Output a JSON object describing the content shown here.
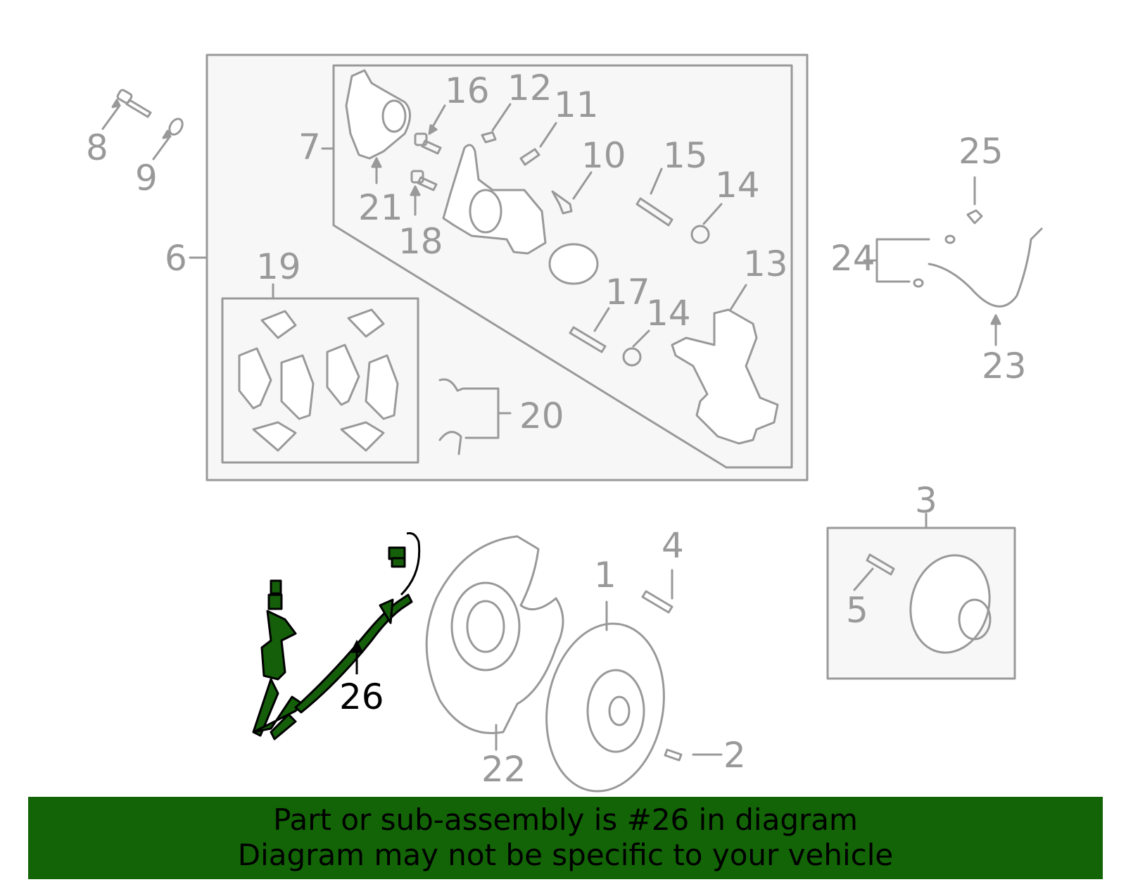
{
  "diagram": {
    "title": "Rear brake assembly parts diagram",
    "highlighted_part": "26",
    "colors": {
      "line": "#999999",
      "panel_fill": "#f7f7f7",
      "highlight_fill": "#155e0a",
      "highlight_stroke": "#000000",
      "banner_bg": "#126406",
      "banner_text": "#000000"
    },
    "callouts": [
      {
        "id": "1",
        "label": "1"
      },
      {
        "id": "2",
        "label": "2"
      },
      {
        "id": "3",
        "label": "3"
      },
      {
        "id": "4",
        "label": "4"
      },
      {
        "id": "5",
        "label": "5"
      },
      {
        "id": "6",
        "label": "6"
      },
      {
        "id": "7",
        "label": "7"
      },
      {
        "id": "8",
        "label": "8"
      },
      {
        "id": "9",
        "label": "9"
      },
      {
        "id": "10",
        "label": "10"
      },
      {
        "id": "11",
        "label": "11"
      },
      {
        "id": "12",
        "label": "12"
      },
      {
        "id": "13",
        "label": "13"
      },
      {
        "id": "14a",
        "label": "14"
      },
      {
        "id": "14b",
        "label": "14"
      },
      {
        "id": "15",
        "label": "15"
      },
      {
        "id": "16",
        "label": "16"
      },
      {
        "id": "17",
        "label": "17"
      },
      {
        "id": "18",
        "label": "18"
      },
      {
        "id": "19",
        "label": "19"
      },
      {
        "id": "20",
        "label": "20"
      },
      {
        "id": "21",
        "label": "21"
      },
      {
        "id": "22",
        "label": "22"
      },
      {
        "id": "23",
        "label": "23"
      },
      {
        "id": "24",
        "label": "24"
      },
      {
        "id": "25",
        "label": "25"
      },
      {
        "id": "26",
        "label": "26"
      }
    ]
  },
  "banner": {
    "line1": "Part or sub-assembly is #26 in diagram",
    "line2": "Diagram may not be specific to your vehicle"
  }
}
